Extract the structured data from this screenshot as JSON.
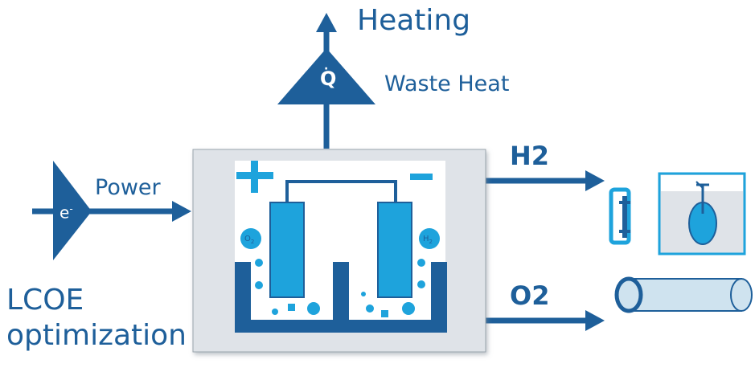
{
  "labels": {
    "heating": "Heating",
    "waste_heat": "Waste Heat",
    "power": "Power",
    "h2": "H2",
    "o2": "O2",
    "lcoe_line1": "LCOE",
    "lcoe_line2": "optimization"
  },
  "symbols": {
    "heat_symbol": "Q",
    "electron": "e",
    "electron_charge": "-",
    "cell_o2_base": "O",
    "cell_o2_sub": "2",
    "cell_h2_base": "H",
    "cell_h2_sub": "2"
  },
  "colors": {
    "primary": "#1e5f9a",
    "light_blue": "#1ea3dc",
    "box_grey": "#dfe3e8",
    "tank_fill": "#cfe3ef"
  },
  "icons": [
    "heat-source-triangle",
    "power-source-triangle",
    "electrolyzer-cell",
    "hydrogen-dispenser-icon",
    "hydrogen-storage-tank-icon",
    "oxygen-cylinder-icon"
  ]
}
